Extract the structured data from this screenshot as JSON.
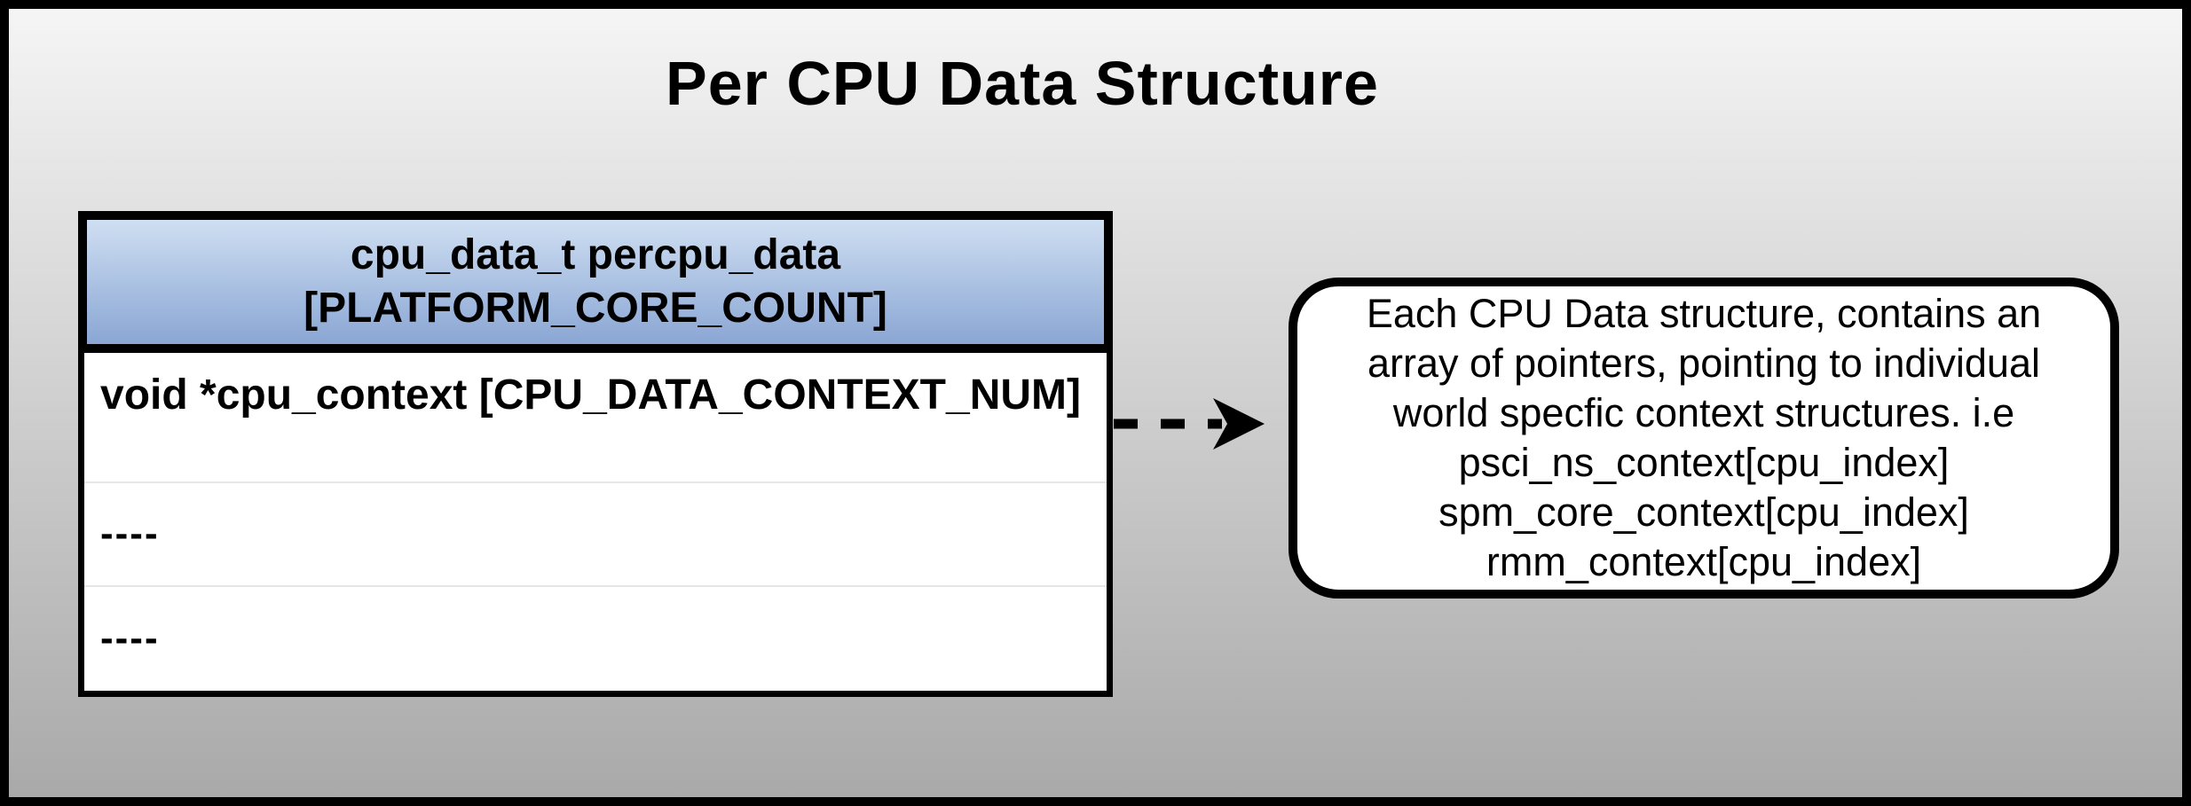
{
  "title": "Per CPU Data Structure",
  "table": {
    "header": {
      "line1": "cpu_data_t percpu_data",
      "line2": "[PLATFORM_CORE_COUNT]"
    },
    "rows": [
      {
        "text": "void *cpu_context [CPU_DATA_CONTEXT_NUM]"
      },
      {
        "text": "----"
      },
      {
        "text": "----"
      }
    ]
  },
  "connector": {
    "style": "dashed-arrow",
    "direction": "right"
  },
  "callout": {
    "lines": [
      "Each CPU Data structure, contains an",
      "array of pointers, pointing to individual",
      "world specfic context structures. i.e",
      "psci_ns_context[cpu_index]",
      "spm_core_context[cpu_index]",
      "rmm_context[cpu_index]"
    ]
  },
  "colors": {
    "bg_top": "#f5f5f5",
    "bg_bottom": "#a9a9a9",
    "frame_border": "#000000",
    "header_gradient_top": "#cfdff2",
    "header_gradient_bottom": "#8aa6d4",
    "box_border": "#000000",
    "row_divider": "#e6e6e6",
    "text_color": "#000000"
  }
}
